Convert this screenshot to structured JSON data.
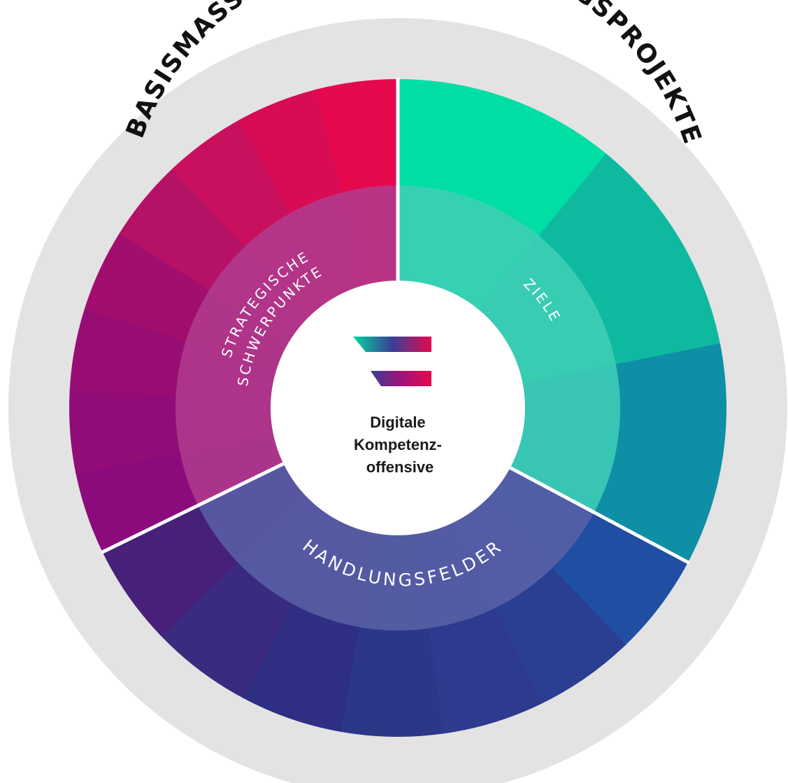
{
  "outer_ring": {
    "label": "BASISMASSNAHMEN & UMSETZUNGSPROJEKTE",
    "color": "#e3e3e3"
  },
  "sections": [
    {
      "id": "ziele",
      "label": "ZIELE",
      "segments": [
        "#00dea4",
        "#0fb9a0",
        "#0e8fa6"
      ],
      "inner_color": "#3fcfb6"
    },
    {
      "id": "handlungsfelder",
      "label": "HANDLUNGSFELDER",
      "segments": [
        "#1f4ea2",
        "#2a3e92",
        "#2d3a8d",
        "#2c3788",
        "#2e2f83",
        "#3a2a80",
        "#47207a"
      ],
      "inner_color": "#5b62a8"
    },
    {
      "id": "strategische",
      "label_line1": "STRATEGISCHE",
      "label_line2": "SCHWERPUNKTE",
      "segments": [
        "#8c0b7c",
        "#920c78",
        "#980d73",
        "#a10e6d",
        "#b51166",
        "#c9105e",
        "#d80b55",
        "#e6084d"
      ],
      "inner_color": "#b03c8e"
    }
  ],
  "center": {
    "line1": "Digitale",
    "line2": "Kompetenz-",
    "line3": "offensive",
    "logo": "stripes-logo"
  },
  "colors": {
    "divider": "#ffffff",
    "logo_teal": "#00d6a0",
    "logo_blue": "#3a3d94",
    "logo_pink": "#e6084d"
  }
}
